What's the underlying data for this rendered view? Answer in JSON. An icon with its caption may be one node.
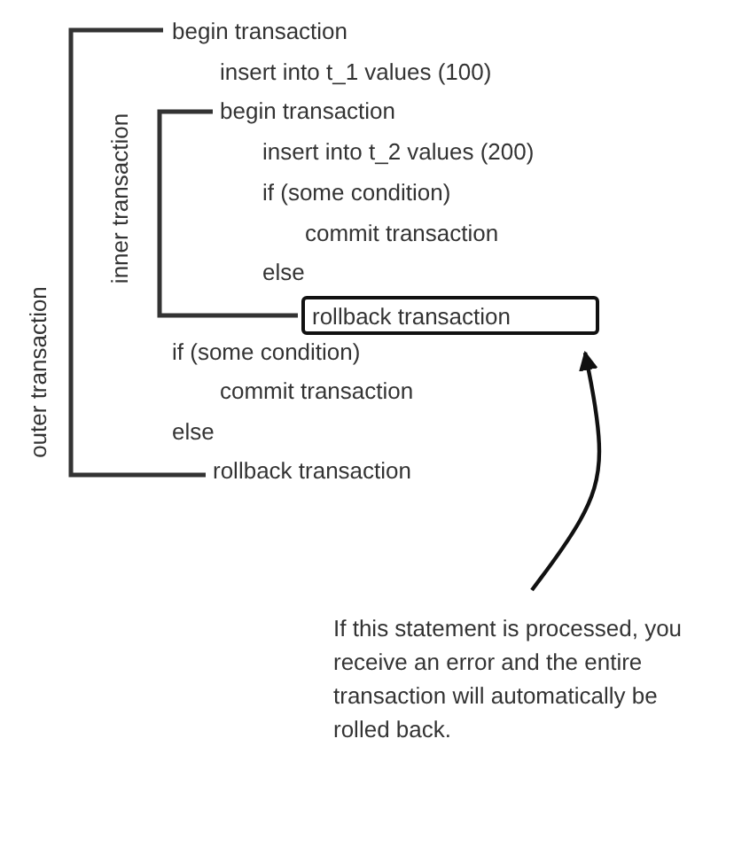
{
  "diagram": {
    "nodes": [
      {
        "text": [
          "rollback transaction"
        ]
      },
      {
        "text": [
          "If this statement is processed, you receive an error and the entire transaction will automatically be rolled back."
        ]
      }
    ],
    "edges": [
      {
        "from": 1,
        "to": 0,
        "arrow": "to"
      }
    ],
    "labels": [
      "begin transaction",
      "insert into t_1 values (100)",
      "begin transaction",
      "insert into t_2 values (200)",
      "if (some condition)",
      "commit transaction",
      "else",
      "if (some condition)",
      "commit transaction",
      "else",
      "rollback transaction",
      "outer transaction",
      "inner transaction"
    ]
  }
}
